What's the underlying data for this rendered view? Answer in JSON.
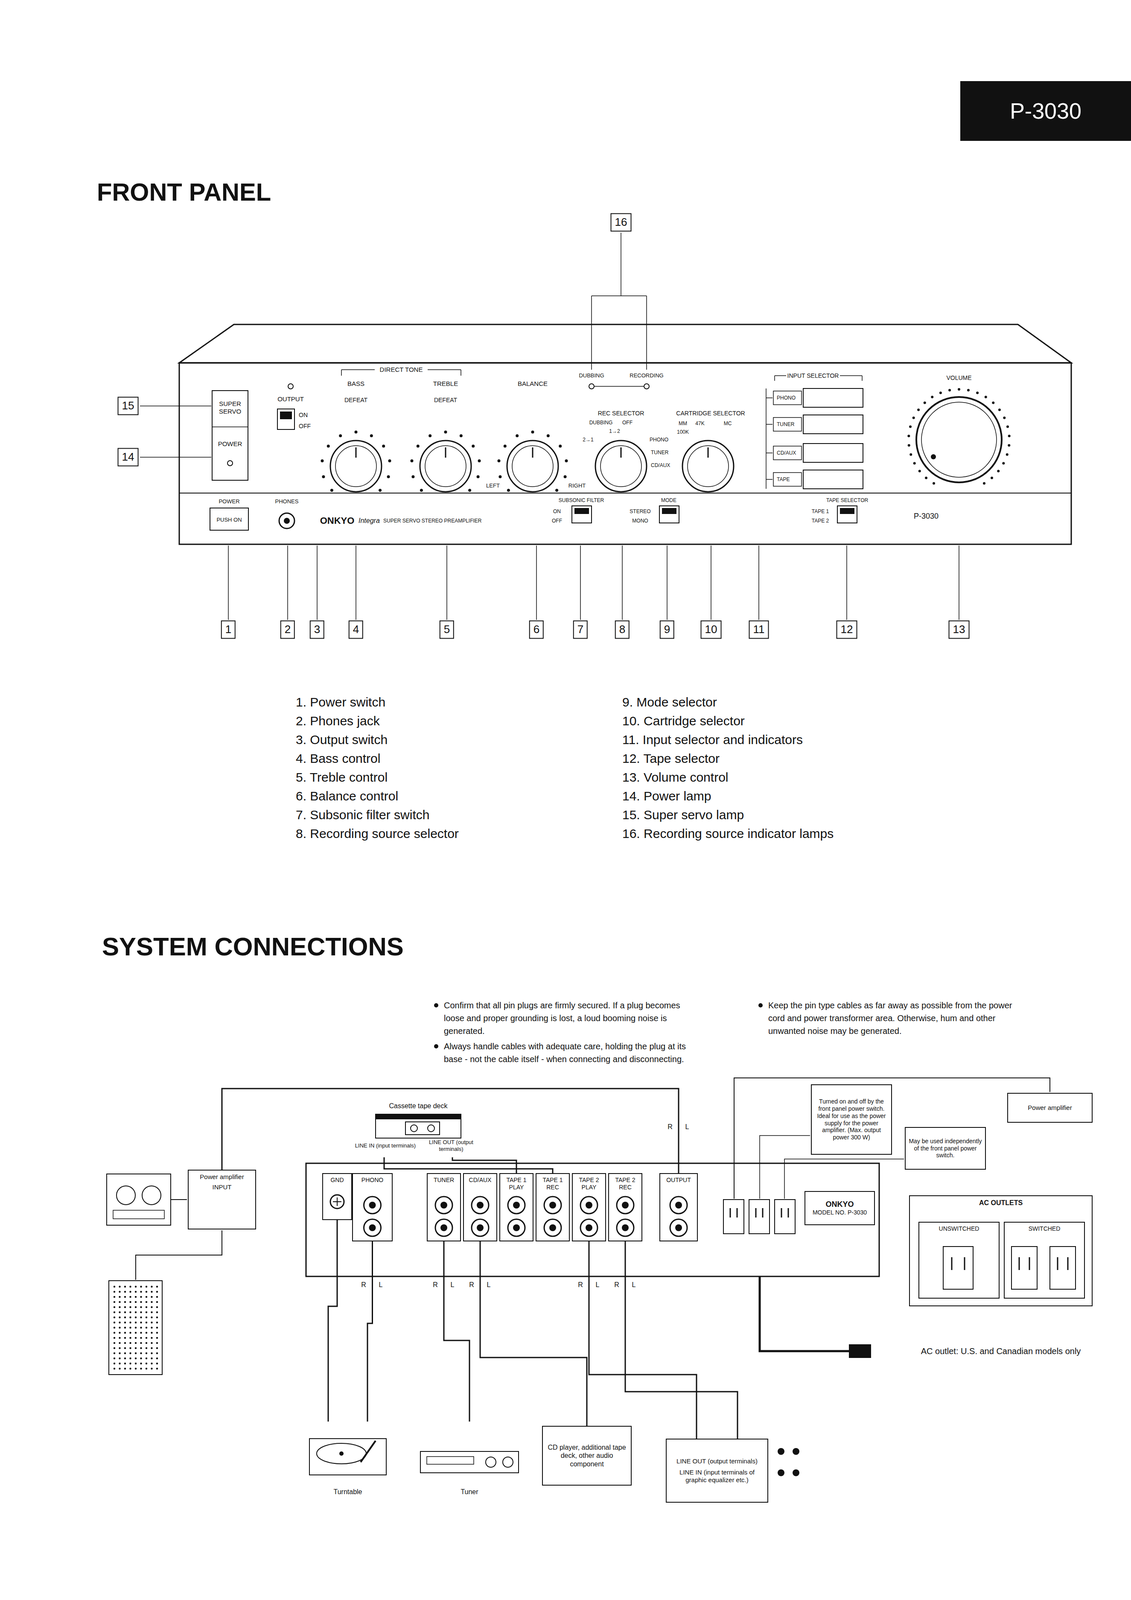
{
  "diagram": {
    "nodes": [
      {
        "text": [
          "Cassette tape deck",
          "LINE IN (input terminals)",
          "LINE OUT (output terminals)"
        ]
      },
      {
        "text": [
          "Turned on and off by the front panel power switch. Ideal for use as the power supply for the power amplifier. (Max. output power 300 W)"
        ]
      },
      {
        "text": [
          "Power amplifier"
        ]
      },
      {
        "text": [
          "May be used independently of the front panel power switch."
        ]
      },
      {
        "text": [
          "Power amplifier",
          "INPUT"
        ]
      },
      {
        "text": [
          "GND"
        ]
      },
      {
        "text": [
          "PHONO"
        ]
      },
      {
        "text": [
          "TUNER"
        ]
      },
      {
        "text": [
          "CD/AUX"
        ]
      },
      {
        "text": [
          "TAPE 1 PLAY"
        ]
      },
      {
        "text": [
          "TAPE 1 REC"
        ]
      },
      {
        "text": [
          "TAPE 2 PLAY"
        ]
      },
      {
        "text": [
          "TAPE 2 REC"
        ]
      },
      {
        "text": [
          "OUTPUT"
        ]
      },
      {
        "text": [
          "ONKYO",
          "MODEL NO. P-3030"
        ]
      },
      {
        "text": [
          "AC OUTLETS"
        ]
      },
      {
        "text": [
          "UNSWITCHED"
        ],
        "in": 15
      },
      {
        "text": [
          "SWITCHED"
        ],
        "in": 15
      },
      {
        "text": [
          "Turntable"
        ]
      },
      {
        "text": [
          "Tuner"
        ]
      },
      {
        "text": [
          "CD player, additional tape deck, other audio component"
        ]
      },
      {
        "text": [
          "LINE OUT (output terminals)",
          "LINE IN (input terminals of graphic equalizer etc.)"
        ]
      }
    ],
    "edges": [
      {
        "from": 0,
        "to": 9,
        "arrow": "none"
      },
      {
        "from": 0,
        "to": 10,
        "arrow": "none"
      },
      {
        "from": 13,
        "to": 4,
        "arrow": "none"
      },
      {
        "from": 18,
        "to": 6,
        "arrow": "none"
      },
      {
        "from": 18,
        "to": 5,
        "arrow": "none"
      },
      {
        "from": 19,
        "to": 7,
        "arrow": "none"
      },
      {
        "from": 20,
        "to": 8,
        "arrow": "none"
      },
      {
        "from": 21,
        "to": 11,
        "arrow": "none"
      },
      {
        "from": 21,
        "to": 12,
        "arrow": "none"
      }
    ],
    "labels": [
      "P-3030",
      "FRONT PANEL",
      "SUPER SERVO",
      "POWER",
      "OUTPUT",
      "ON",
      "OFF",
      "DIRECT TONE",
      "BASS",
      "TREBLE",
      "DEFEAT",
      "DEFEAT",
      "BALANCE",
      "LEFT",
      "RIGHT",
      "DUBBING",
      "RECORDING",
      "REC SELECTOR",
      "DUBBING",
      "OFF",
      "1→2",
      "2→1",
      "PHONO",
      "TUNER",
      "CD/AUX",
      "CARTRIDGE SELECTOR",
      "MM",
      "47K",
      "MC",
      "100K",
      "INPUT SELECTOR",
      "PHONO",
      "TUNER",
      "CD/AUX",
      "TAPE",
      "VOLUME",
      "POWER",
      "PUSH ON",
      "PHONES",
      "ONKYO",
      "Integra",
      "SUPER SERVO STEREO PREAMPLIFIER",
      "SUBSONIC FILTER",
      "ON",
      "OFF",
      "MODE",
      "STEREO",
      "MONO",
      "TAPE SELECTOR",
      "TAPE 1",
      "TAPE 2",
      "P-3030",
      "1",
      "2",
      "3",
      "4",
      "5",
      "6",
      "7",
      "8",
      "9",
      "10",
      "11",
      "12",
      "13",
      "14",
      "15",
      "16",
      "1. Power switch",
      "2. Phones jack",
      "3. Output switch",
      "4. Bass control",
      "5. Treble control",
      "6. Balance control",
      "7. Subsonic filter switch",
      "8. Recording source selector",
      "9. Mode selector",
      "10. Cartridge selector",
      "11. Input selector and indicators",
      "12. Tape selector",
      "13. Volume control",
      "14. Power lamp",
      "15. Super servo lamp",
      "16. Recording source indicator lamps",
      "SYSTEM CONNECTIONS",
      "Confirm that all pin plugs are firmly secured. If a plug becomes loose and proper grounding is lost, a loud booming noise is generated.",
      "Always handle cables with adequate care, holding the plug at its base - not the cable itself - when connecting and disconnecting.",
      "Keep the pin type cables as far away as possible from the power cord and power transformer area. Otherwise, hum and other unwanted noise may be generated.",
      "AC outlet: U.S. and Canadian models only",
      "R",
      "L",
      "R",
      "L",
      "R",
      "L",
      "R",
      "L",
      "R",
      "L",
      "R",
      "L"
    ]
  }
}
